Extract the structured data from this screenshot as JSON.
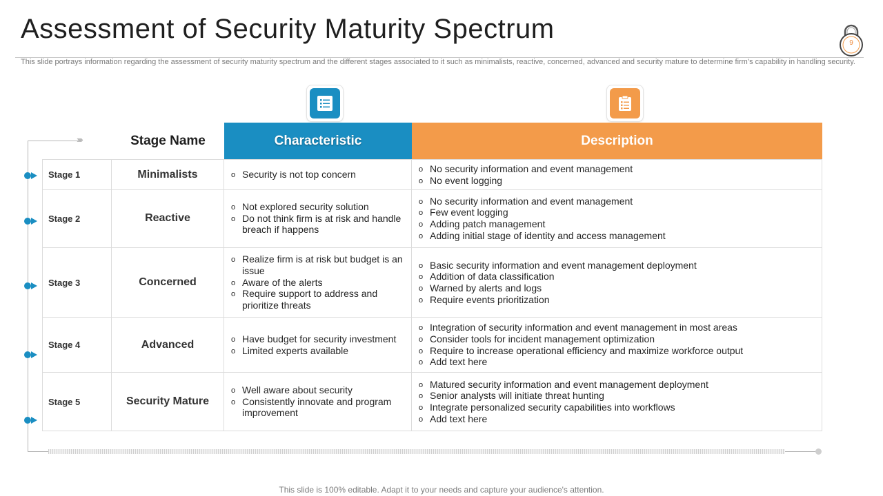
{
  "title": "Assessment of Security Maturity Spectrum",
  "subtitle": "This slide portrays information regarding the assessment of security maturity spectrum and the different stages associated to it such as minimalists, reactive, concerned, advanced and security mature to determine firm’s capability in handling security.",
  "page_number": "9",
  "colors": {
    "accent_blue": "#1a8ec2",
    "accent_orange": "#f39b4a"
  },
  "icons": {
    "characteristic": "list-icon",
    "description": "clipboard-icon",
    "corner": "lock-icon"
  },
  "table": {
    "headers": {
      "stage_name": "Stage Name",
      "characteristic": "Characteristic",
      "description": "Description"
    },
    "rows": [
      {
        "stage": "Stage 1",
        "name": "Minimalists",
        "characteristic": [
          "Security is not top concern"
        ],
        "description": [
          "No security information and event management",
          "No event logging"
        ]
      },
      {
        "stage": "Stage 2",
        "name": "Reactive",
        "characteristic": [
          "Not explored security solution",
          "Do not think firm is at risk and handle breach if happens"
        ],
        "description": [
          "No security information and event management",
          "Few event logging",
          "Adding patch management",
          "Adding initial stage of identity and access management"
        ]
      },
      {
        "stage": "Stage 3",
        "name": "Concerned",
        "characteristic": [
          "Realize firm is at risk but budget is an issue",
          "Aware of the alerts",
          "Require support to address and prioritize threats"
        ],
        "description": [
          "Basic security information and event management deployment",
          "Addition of data classification",
          "Warned by alerts and logs",
          "Require events prioritization"
        ]
      },
      {
        "stage": "Stage 4",
        "name": "Advanced",
        "characteristic": [
          "Have budget for security investment",
          "Limited experts available"
        ],
        "description": [
          "Integration of security information and event management in most areas",
          "Consider tools for incident management optimization",
          "Require to increase operational efficiency and maximize  workforce output",
          "Add text here"
        ]
      },
      {
        "stage": "Stage 5",
        "name": "Security Mature",
        "characteristic": [
          "Well aware about security",
          "Consistently innovate and program improvement"
        ],
        "description": [
          "Matured security information and event management deployment",
          "Senior analysts will initiate threat hunting",
          "Integrate personalized security capabilities into workflows",
          "Add text here"
        ]
      }
    ]
  },
  "footer": "This slide is 100% editable. Adapt it to your needs and capture your audience's attention."
}
